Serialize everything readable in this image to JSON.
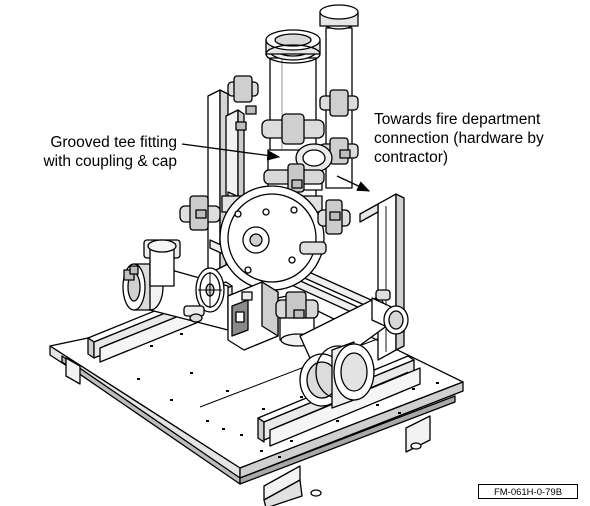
{
  "callouts": {
    "tee_fitting": {
      "line1": "Grooved tee fitting",
      "line2": "with coupling & cap"
    },
    "fire_department": {
      "line1": "Towards fire department",
      "line2": "connection (hardware by",
      "line3": "contractor)"
    }
  },
  "drawing_reference": "FM-061H-0-79B",
  "colors": {
    "line": "#000000",
    "fill": "#ffffff",
    "shade": "#d9d9d9",
    "dark": "#8a8a8a"
  }
}
